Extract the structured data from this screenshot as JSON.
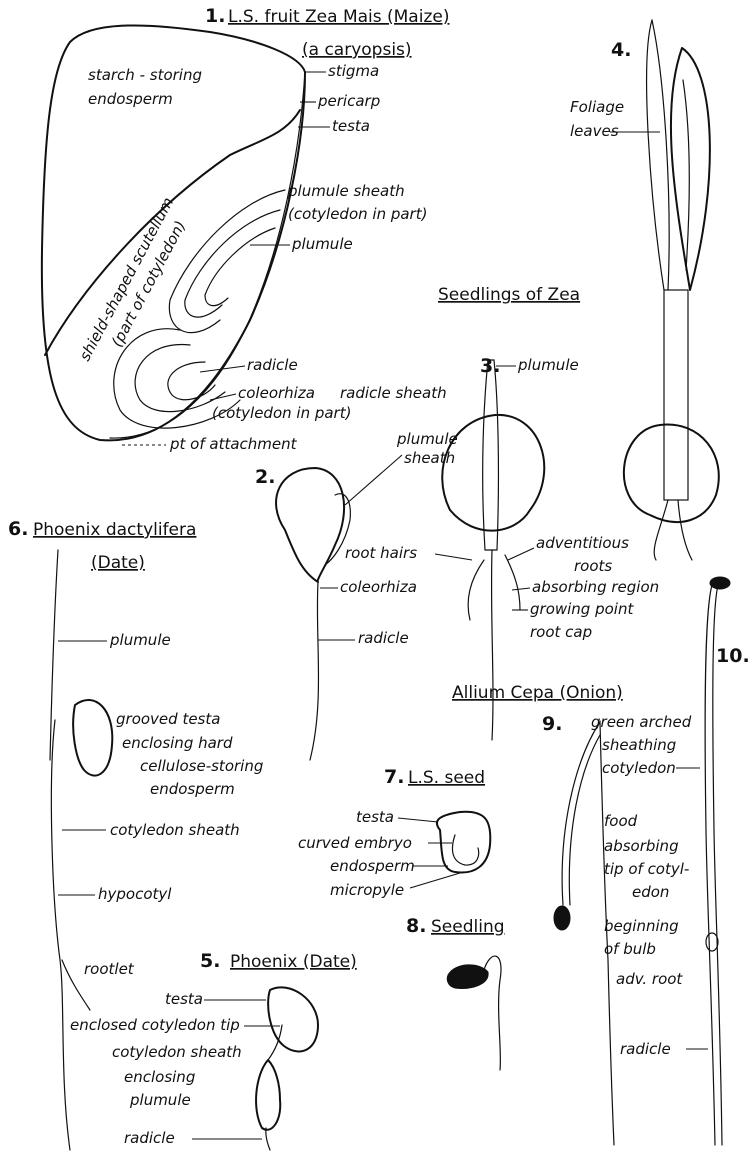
{
  "figures": {
    "fig1": {
      "number": "1.",
      "title": "L.S. fruit Zea Mais (Maize)",
      "subtitle": "(a caryopsis)",
      "labels": {
        "endosperm_1": "starch - storing",
        "endosperm_2": "endosperm",
        "stigma": "stigma",
        "pericarp": "pericarp",
        "testa": "testa",
        "plumule_sheath_1": "plumule sheath",
        "plumule_sheath_2": "(cotyledon in part)",
        "plumule": "plumule",
        "scutellum_1": "shield-shaped scutellum",
        "scutellum_2": "(part of cotyledon)",
        "radicle": "radicle",
        "coleorhiza": "coleorhiza",
        "radicle_sheath": "radicle sheath",
        "cotyledon_in_part": "(cotyledon in part)",
        "attachment": "pt of attachment"
      }
    },
    "seedlings_heading": "Seedlings of Zea",
    "fig2": {
      "number": "2.",
      "labels": {
        "plumule_sheath_1": "plumule",
        "plumule_sheath_2": "sheath",
        "coleorhiza": "coleorhiza",
        "radicle": "radicle"
      }
    },
    "fig3": {
      "number": "3.",
      "labels": {
        "plumule": "plumule",
        "root_hairs": "root hairs",
        "adventitious_1": "adventitious",
        "adventitious_2": "roots",
        "absorbing": "absorbing region",
        "growing": "growing point",
        "root_cap": "root cap"
      }
    },
    "fig4": {
      "number": "4.",
      "labels": {
        "foliage_1": "Foliage",
        "foliage_2": "leaves"
      }
    },
    "fig6": {
      "number": "6.",
      "title": "Phoenix dactylifera",
      "subtitle": "(Date)",
      "labels": {
        "plumule": "plumule",
        "grooved_1": "grooved testa",
        "grooved_2": "enclosing hard",
        "grooved_3": "cellulose-storing",
        "grooved_4": "endosperm",
        "cot_sheath": "cotyledon sheath",
        "hypocotyl": "hypocotyl",
        "rootlet": "rootlet"
      }
    },
    "fig5": {
      "number": "5.",
      "title": "Phoenix (Date)",
      "labels": {
        "testa": "testa",
        "enclosed_tip": "enclosed cotyledon tip",
        "cot_sheath_1": "cotyledon sheath",
        "cot_sheath_2": "enclosing",
        "cot_sheath_3": "plumule",
        "radicle": "radicle"
      }
    },
    "fig7": {
      "number": "7.",
      "title": "L.S. seed",
      "labels": {
        "testa": "testa",
        "curved_embryo": "curved embryo",
        "endosperm": "endosperm",
        "micropyle": "micropyle"
      }
    },
    "allium_heading": "Allium Cepa (Onion)",
    "fig8": {
      "number": "8.",
      "title": "Seedling"
    },
    "fig9": {
      "number": "9.",
      "labels": {
        "l1": "green arched",
        "l2": "sheathing",
        "l3": "cotyledon",
        "l4": "food",
        "l5": "absorbing",
        "l6": "tip of cotyl-",
        "l7": "edon",
        "l8": "beginning",
        "l9": "of bulb",
        "adv_root": "adv. root",
        "radicle": "radicle"
      }
    },
    "fig10": {
      "number": "10."
    }
  }
}
